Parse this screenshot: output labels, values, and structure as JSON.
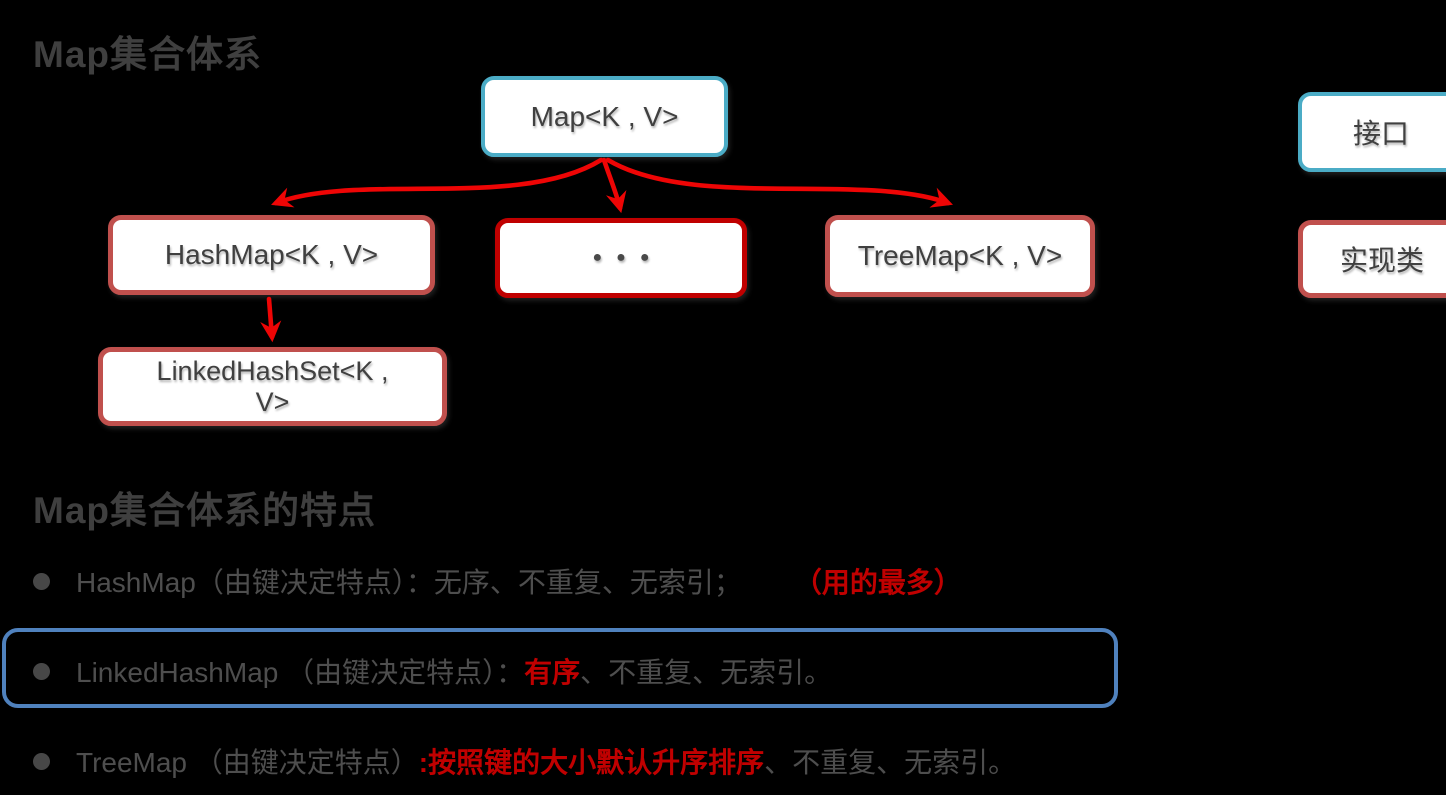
{
  "diagram": {
    "title": "Map集合体系",
    "nodes": {
      "map": "Map<K , V>",
      "interface_tag": "接口",
      "hashmap": "HashMap<K , V>",
      "dots": "●●●",
      "treemap": "TreeMap<K , V>",
      "impl_tag": "实现类",
      "linkedhashset_line1": "LinkedHashSet<K ,",
      "linkedhashset_line2": "V>"
    },
    "legend": {
      "interface_label": "接口",
      "implementation_label": "实现类"
    }
  },
  "features": {
    "title": "Map集合体系的特点",
    "items": [
      {
        "name": "HashMap",
        "pre": "HashMap（由键决定特点）：无序、不重复、无索引；",
        "red": "（用的最多）",
        "post": ""
      },
      {
        "name": "LinkedHashMap",
        "pre": "LinkedHashMap （由键决定特点）：",
        "red": "有序",
        "post": "、不重复、无索引。",
        "highlighted": true
      },
      {
        "name": "TreeMap",
        "pre": "TreeMap （由键决定特点）",
        "red": ":按照键的大小默认升序排序",
        "post": "、不重复、无索引。"
      }
    ]
  },
  "colors": {
    "background": "#000000",
    "title_text": "#3F3F3F",
    "body_text": "#4E4E4E",
    "node_text": "#404040",
    "interface_border_blue": "#4BACC6",
    "implementation_border_brick": "#C0504D",
    "dots_border_red": "#C00000",
    "arrow_red": "#EE0505",
    "red_emphasis_text": "#C00000",
    "highlight_outline_blue": "#4F81BD",
    "node_fill": "#FFFFFF"
  }
}
